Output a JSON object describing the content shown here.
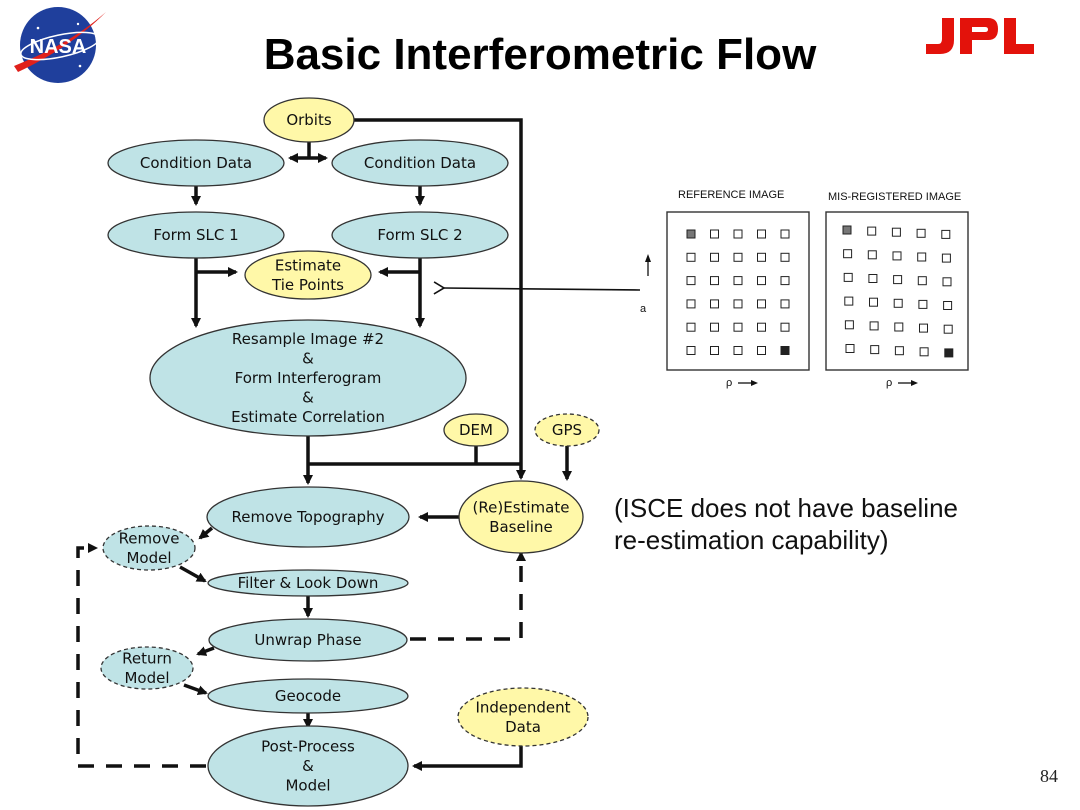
{
  "title": "Basic Interferometric Flow",
  "logos": {
    "nasa": "NASA",
    "jpl": "JPL"
  },
  "colors": {
    "process_fill": "#bfe3e6",
    "input_fill": "#fff8a8",
    "line": "#111111",
    "nasa_blue": "#1f3f9c",
    "nasa_red": "#e0201b",
    "jpl_red": "#e3120b"
  },
  "nodes": [
    {
      "id": "orbits",
      "type": "input",
      "lines": [
        "Orbits"
      ]
    },
    {
      "id": "condition-data-1",
      "type": "process",
      "lines": [
        "Condition Data"
      ]
    },
    {
      "id": "condition-data-2",
      "type": "process",
      "lines": [
        "Condition Data"
      ]
    },
    {
      "id": "form-slc-1",
      "type": "process",
      "lines": [
        "Form SLC 1"
      ]
    },
    {
      "id": "form-slc-2",
      "type": "process",
      "lines": [
        "Form SLC 2"
      ]
    },
    {
      "id": "estimate-tie-points",
      "type": "input",
      "lines": [
        "Estimate",
        "Tie Points"
      ]
    },
    {
      "id": "resample",
      "type": "process",
      "lines": [
        "Resample Image #2",
        "&",
        "Form Interferogram",
        "&",
        "Estimate Correlation"
      ]
    },
    {
      "id": "dem",
      "type": "input",
      "lines": [
        "DEM"
      ]
    },
    {
      "id": "gps",
      "type": "input-dashed",
      "lines": [
        "GPS"
      ]
    },
    {
      "id": "remove-topography",
      "type": "process",
      "lines": [
        "Remove Topography"
      ]
    },
    {
      "id": "reestimate-baseline",
      "type": "input",
      "lines": [
        "(Re)Estimate",
        "Baseline"
      ]
    },
    {
      "id": "remove-model",
      "type": "process-dashed",
      "lines": [
        "Remove",
        "Model"
      ]
    },
    {
      "id": "filter-look-down",
      "type": "process",
      "lines": [
        "Filter & Look Down"
      ]
    },
    {
      "id": "unwrap-phase",
      "type": "process",
      "lines": [
        "Unwrap Phase"
      ]
    },
    {
      "id": "return-model",
      "type": "process-dashed",
      "lines": [
        "Return",
        "Model"
      ]
    },
    {
      "id": "geocode",
      "type": "process",
      "lines": [
        "Geocode"
      ]
    },
    {
      "id": "independent-data",
      "type": "input-dashed",
      "lines": [
        "Independent",
        "Data"
      ]
    },
    {
      "id": "post-process",
      "type": "process",
      "lines": [
        "Post-Process",
        "&",
        "Model"
      ]
    }
  ],
  "registration": {
    "reference_label": "REFERENCE IMAGE",
    "misregistered_label": "MIS-REGISTERED IMAGE",
    "axis_a": "a",
    "axis_rho": "ρ",
    "grid_rows": 6,
    "grid_cols": 5
  },
  "note_lines": [
    "(ISCE does not have baseline",
    "re-estimation capability)"
  ],
  "page_number": "84"
}
